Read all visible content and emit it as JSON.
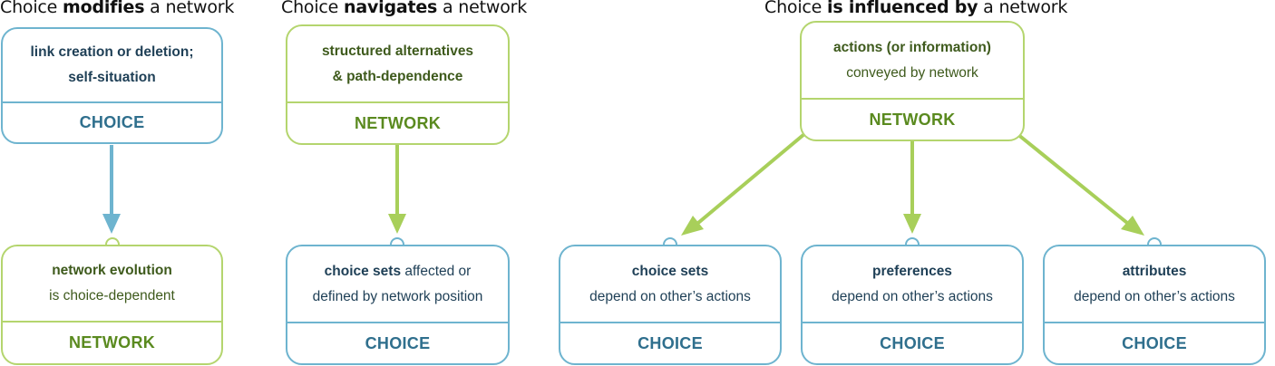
{
  "headings": [
    {
      "pre": "Choice ",
      "bold": "modifies",
      "post": " a network"
    },
    {
      "pre": "Choice ",
      "bold": "navigates",
      "post": " a network"
    },
    {
      "pre": "Choice ",
      "bold": "is influenced by",
      "post": " a network"
    }
  ],
  "panel1": {
    "top_box": {
      "line1": "link creation or deletion;",
      "line2": "self-situation",
      "label": "CHOICE"
    },
    "bottom_box": {
      "line1_bold": "network evolution",
      "line2": "is choice-dependent",
      "label": "NETWORK"
    }
  },
  "panel2": {
    "top_box": {
      "line1": "structured alternatives",
      "line2": "& path-dependence",
      "label": "NETWORK"
    },
    "bottom_box": {
      "line1_bold": "choice sets",
      "line1_rest": " affected or",
      "line2": "defined by network position",
      "label": "CHOICE"
    }
  },
  "panel3": {
    "top_box": {
      "line1_bold": "actions (or information)",
      "line2": "conveyed by network",
      "label": "NETWORK"
    },
    "bottom_boxes": [
      {
        "line1_bold": "choice sets",
        "line2": "depend on other’s actions",
        "label": "CHOICE"
      },
      {
        "line1_bold": "preferences",
        "line2": "depend on other’s actions",
        "label": "CHOICE"
      },
      {
        "line1_bold": "attributes",
        "line2": "depend on other’s actions",
        "label": "CHOICE"
      }
    ]
  },
  "colors": {
    "blue": "#6eb4cf",
    "green": "#b4d56e",
    "blue_text": "#2f6f8d",
    "green_text": "#5a8a1f"
  }
}
